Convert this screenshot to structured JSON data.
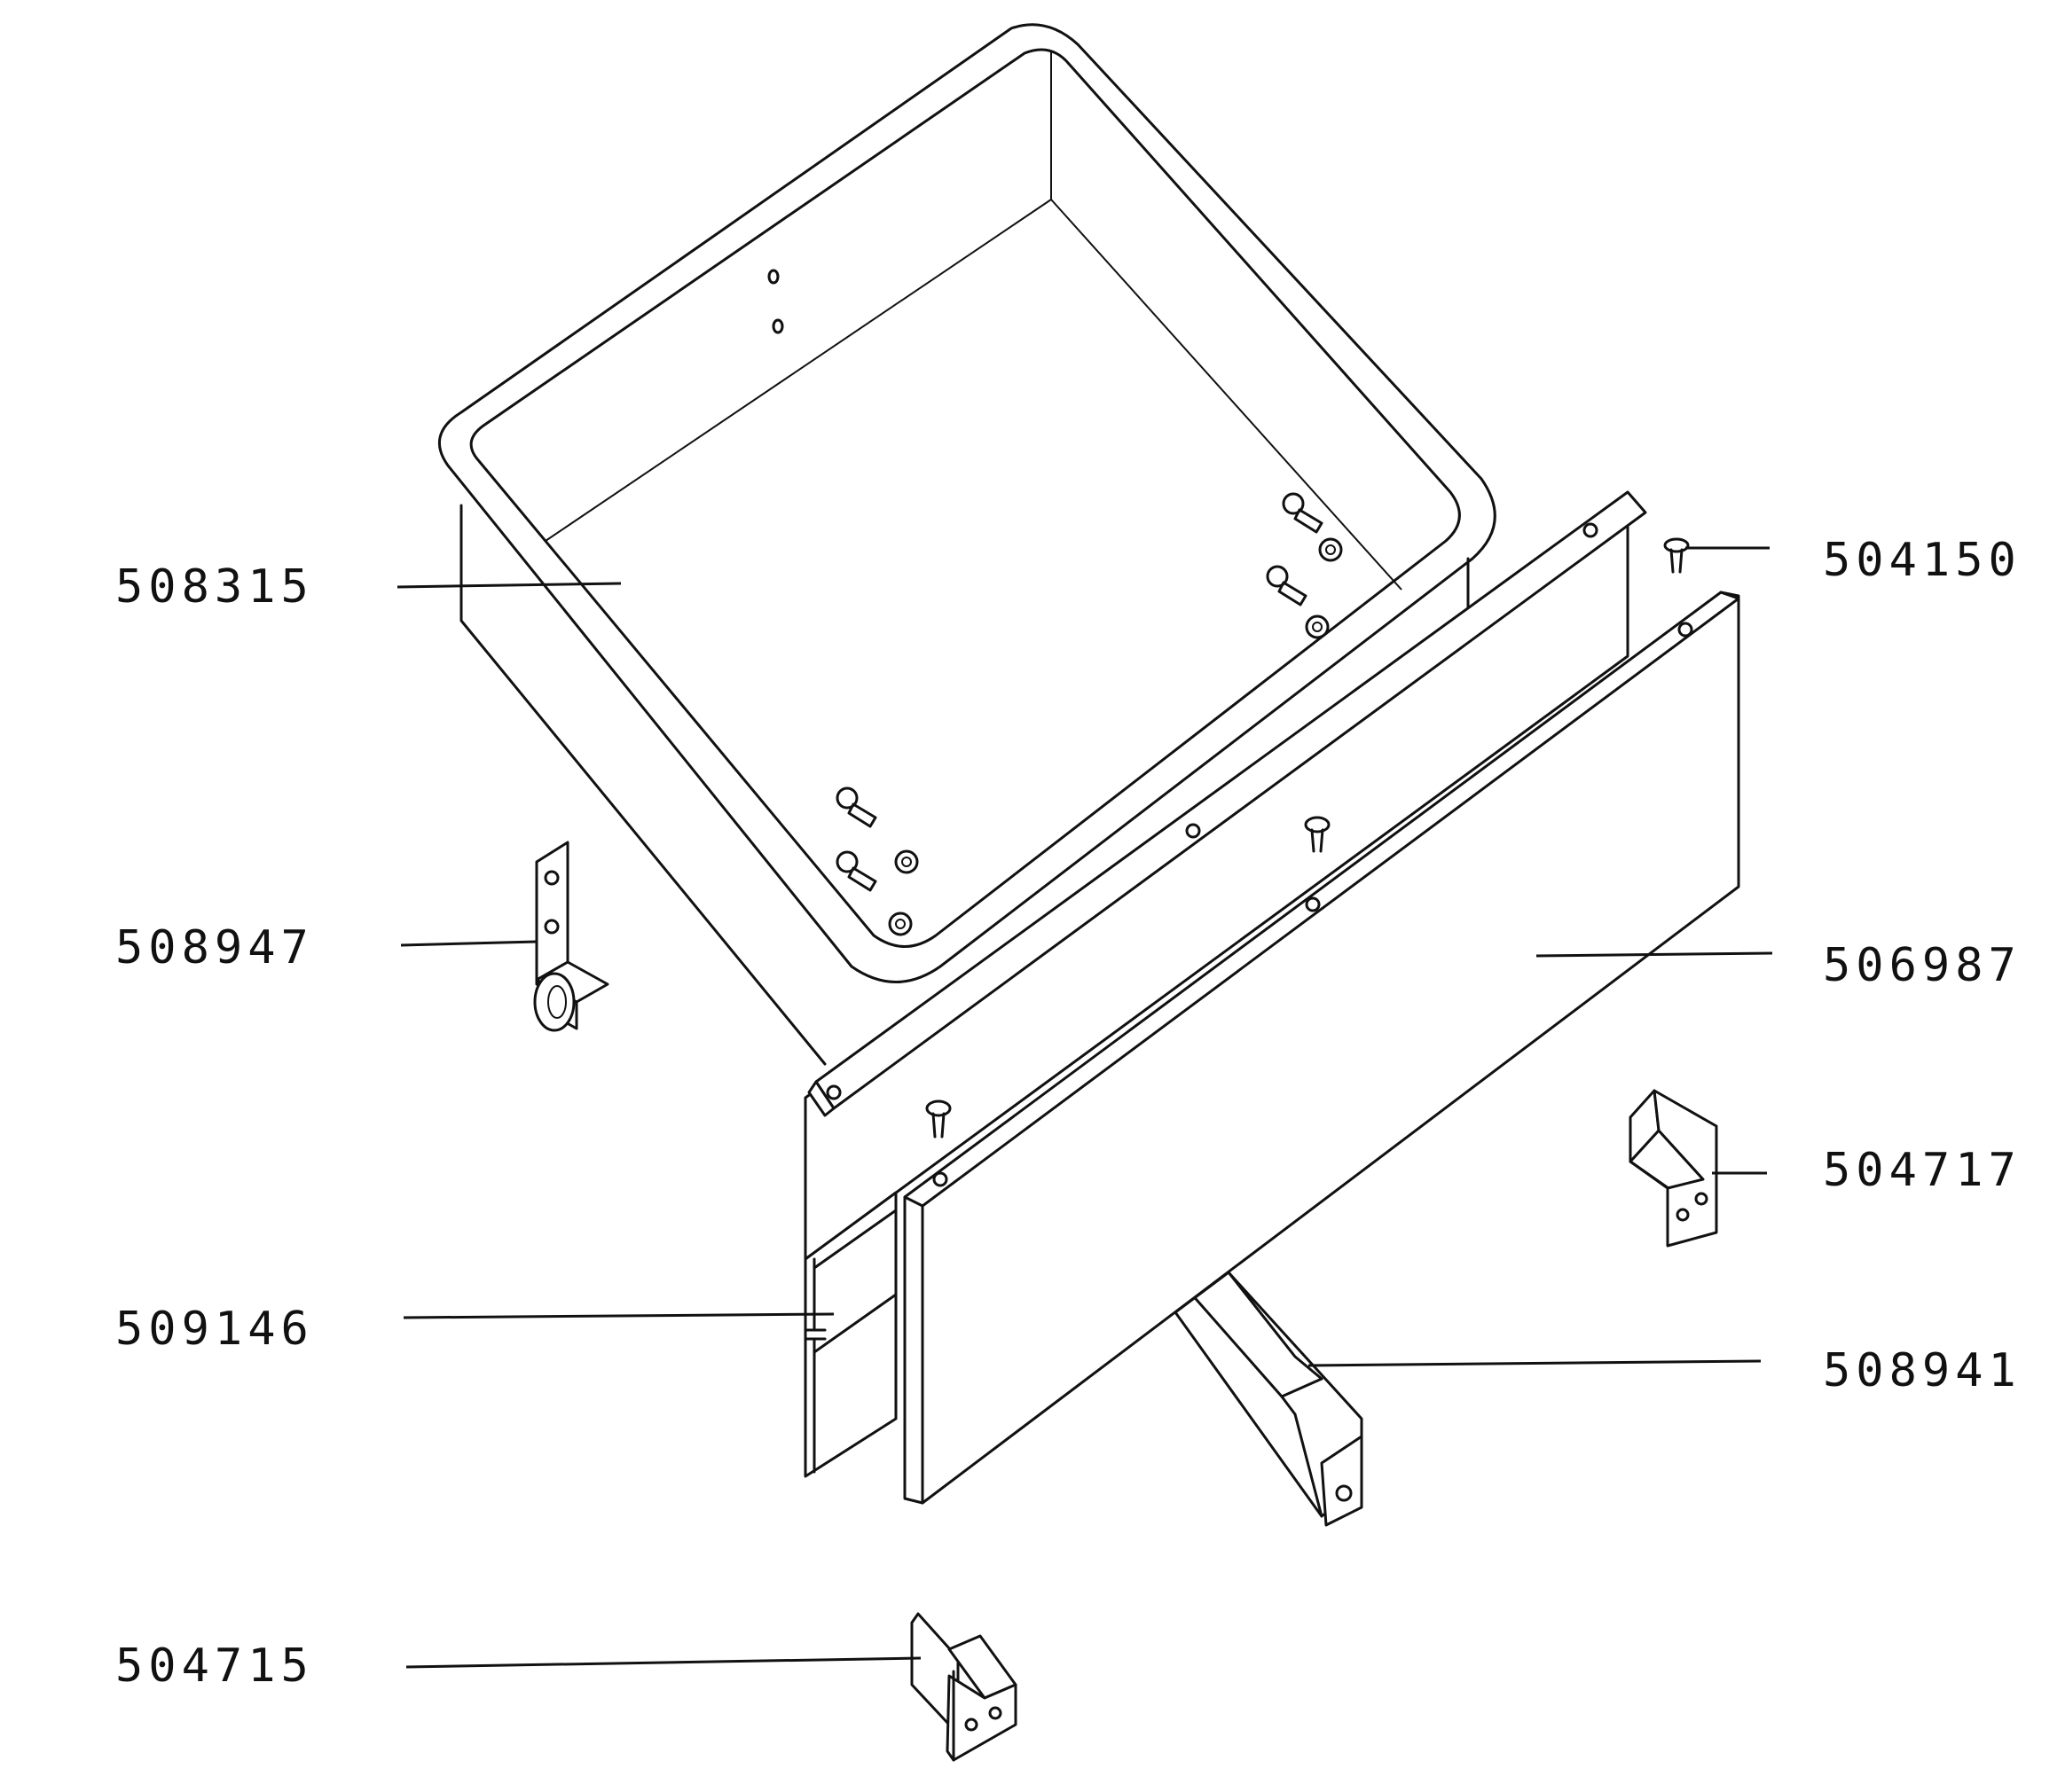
{
  "labels": {
    "tub": "508315",
    "clip": "504150",
    "caster": "508947",
    "front_panel": "506987",
    "right_bracket": "504717",
    "back_panel": "509146",
    "runner": "508941",
    "left_bracket": "504715"
  }
}
